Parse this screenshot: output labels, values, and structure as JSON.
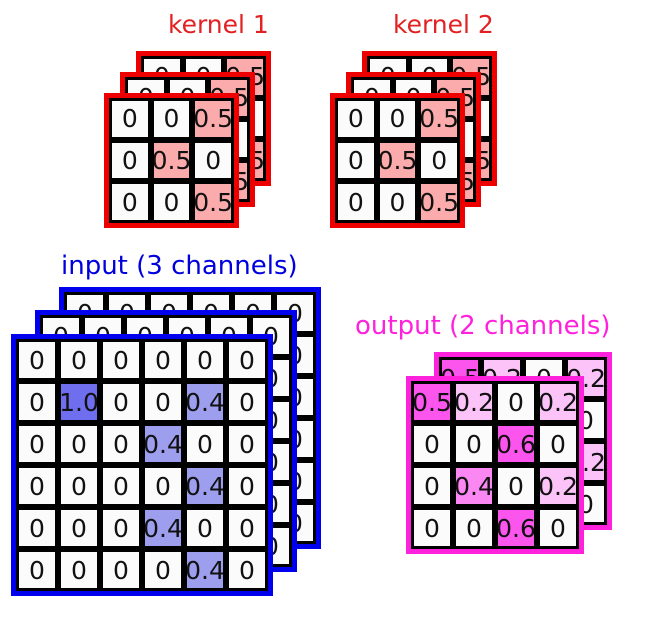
{
  "diagram": {
    "title_kernel1": "kernel 1",
    "title_kernel2": "kernel 2",
    "title_input": "input (3 channels)",
    "title_output": "output (2 channels)"
  },
  "colors": {
    "kernel_outline": "#ee0000",
    "kernel_label": "#e22222",
    "input_outline": "#0000ee",
    "input_label": "#0000dd",
    "output_outline": "#ff22dd",
    "output_label": "#ff22dd",
    "cell_border": "#000000",
    "fill_red_half": "#fbabab",
    "fill_blue_one": "#6e6eee",
    "fill_blue_point4": "#9e9eef",
    "fill_magenta_strong": "#fb55ee",
    "fill_magenta_mid": "#fb88f2",
    "fill_magenta_light": "#fbc3f7"
  },
  "kernel1": {
    "channels": 3,
    "rows": 3,
    "cols": 3,
    "layers": [
      {
        "name": "kernel1-layer-back",
        "values": [
          [
            "0",
            "0",
            "0.5"
          ],
          [
            "0",
            "0.5",
            "0"
          ],
          [
            "0",
            "0",
            "0.5"
          ]
        ]
      },
      {
        "name": "kernel1-layer-mid",
        "values": [
          [
            "0",
            "0",
            "0.5"
          ],
          [
            "0",
            "0.5",
            "0"
          ],
          [
            "0",
            "0",
            "0.5"
          ]
        ]
      },
      {
        "name": "kernel1-layer-front",
        "values": [
          [
            "0",
            "0",
            "0.5"
          ],
          [
            "0",
            "0.5",
            "0"
          ],
          [
            "0",
            "0",
            "0.5"
          ]
        ]
      }
    ]
  },
  "kernel2": {
    "channels": 3,
    "rows": 3,
    "cols": 3,
    "layers": [
      {
        "name": "kernel2-layer-back",
        "values": [
          [
            "0",
            "0",
            "0.5"
          ],
          [
            "0",
            "0.5",
            "0"
          ],
          [
            "0",
            "0",
            "0.5"
          ]
        ]
      },
      {
        "name": "kernel2-layer-mid",
        "values": [
          [
            "0",
            "0",
            "0.5"
          ],
          [
            "0",
            "0.5",
            "0"
          ],
          [
            "0",
            "0",
            "0.5"
          ]
        ]
      },
      {
        "name": "kernel2-layer-front",
        "values": [
          [
            "0",
            "0",
            "0.5"
          ],
          [
            "0",
            "0.5",
            "0"
          ],
          [
            "0",
            "0",
            "0.5"
          ]
        ]
      }
    ]
  },
  "input": {
    "channels": 3,
    "rows": 6,
    "cols": 6,
    "layers": [
      {
        "name": "input-layer-back",
        "values": [
          [
            "0",
            "0",
            "0",
            "0",
            "0",
            "0"
          ],
          [
            "0",
            "0",
            "0",
            "0",
            "0",
            "0"
          ],
          [
            "0",
            "0",
            "0",
            "0",
            "0",
            "0"
          ],
          [
            "0",
            "0",
            "0",
            "0",
            "0",
            "0"
          ],
          [
            "0",
            "0",
            "0",
            "0",
            "0",
            "0"
          ],
          [
            "0",
            "0",
            "0",
            "0",
            "0",
            "0"
          ]
        ]
      },
      {
        "name": "input-layer-mid",
        "values": [
          [
            "0",
            "0",
            "0",
            "0",
            "0",
            "0"
          ],
          [
            "0",
            "0",
            "0",
            "0",
            "0",
            "0"
          ],
          [
            "0",
            "0",
            "0",
            "0",
            "0",
            "0"
          ],
          [
            "0",
            "0",
            "0",
            "0",
            "0",
            "0"
          ],
          [
            "0",
            "0",
            "0",
            "0",
            "0",
            "0"
          ],
          [
            "0",
            "0",
            "0",
            "0",
            "0",
            "0"
          ]
        ]
      },
      {
        "name": "input-layer-front",
        "values": [
          [
            "0",
            "0",
            "0",
            "0",
            "0",
            "0"
          ],
          [
            "0",
            "1.0",
            "0",
            "0",
            "0.4",
            "0"
          ],
          [
            "0",
            "0",
            "0",
            "0.4",
            "0",
            "0"
          ],
          [
            "0",
            "0",
            "0",
            "0",
            "0.4",
            "0"
          ],
          [
            "0",
            "0",
            "0",
            "0.4",
            "0",
            "0"
          ],
          [
            "0",
            "0",
            "0",
            "0",
            "0.4",
            "0"
          ]
        ]
      }
    ]
  },
  "output": {
    "channels": 2,
    "rows": 4,
    "cols": 4,
    "layers": [
      {
        "name": "output-layer-back",
        "values": [
          [
            "0.5",
            "0.2",
            "0",
            "0.2"
          ],
          [
            "0",
            "0",
            "0.6",
            "0"
          ],
          [
            "0",
            "0.4",
            "0",
            "0.2"
          ],
          [
            "0",
            "0",
            "0.6",
            "0"
          ]
        ]
      },
      {
        "name": "output-layer-front",
        "values": [
          [
            "0.5",
            "0.2",
            "0",
            "0.2"
          ],
          [
            "0",
            "0",
            "0.6",
            "0"
          ],
          [
            "0",
            "0.4",
            "0",
            "0.2"
          ],
          [
            "0",
            "0",
            "0.6",
            "0"
          ]
        ]
      }
    ]
  }
}
